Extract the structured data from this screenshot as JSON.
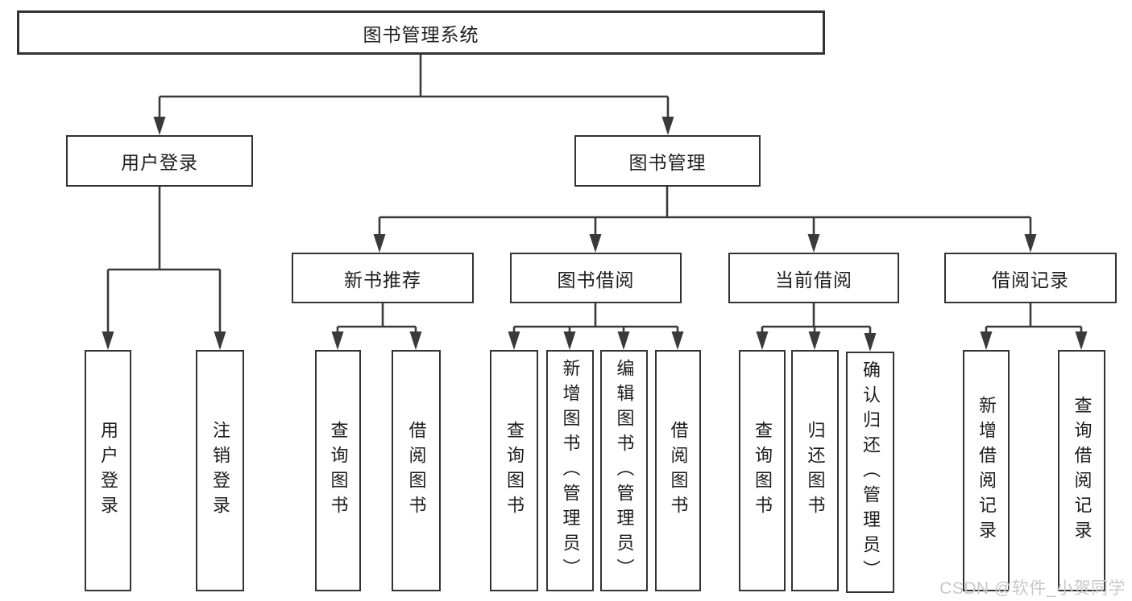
{
  "diagram": {
    "root": {
      "label": "图书管理系统"
    },
    "level2": [
      {
        "label": "用户登录"
      },
      {
        "label": "图书管理"
      }
    ],
    "level3": [
      {
        "label": "新书推荐"
      },
      {
        "label": "图书借阅"
      },
      {
        "label": "当前借阅"
      },
      {
        "label": "借阅记录"
      }
    ],
    "leaves": {
      "user_login": [
        {
          "label": "用户登录"
        },
        {
          "label": "注销登录"
        }
      ],
      "new_book_recommend": [
        {
          "label": "查询图书"
        },
        {
          "label": "借阅图书"
        }
      ],
      "book_borrow": [
        {
          "label": "查询图书"
        },
        {
          "label": "新增图书（管理员）"
        },
        {
          "label": "编辑图书（管理员）"
        },
        {
          "label": "借阅图书"
        }
      ],
      "current_borrow": [
        {
          "label": "查询图书"
        },
        {
          "label": "归还图书"
        },
        {
          "label": "确认归还（管理员）"
        }
      ],
      "borrow_records": [
        {
          "label": "新增借阅记录"
        },
        {
          "label": "查询借阅记录"
        }
      ]
    },
    "watermark": "CSDN @软件_小贺同学"
  },
  "colors": {
    "line": "#3a3a3a",
    "border": "#333333",
    "text": "#1c1c1c",
    "watermark": "#c8c8c8",
    "background": "#ffffff"
  }
}
